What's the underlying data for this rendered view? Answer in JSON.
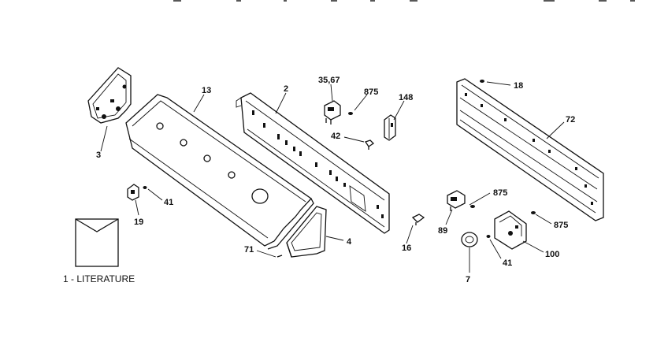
{
  "callouts": {
    "c13": "13",
    "c2": "2",
    "c3567": "35,67",
    "c875a": "875",
    "c148": "148",
    "c18": "18",
    "c72": "72",
    "c3": "3",
    "c42": "42",
    "c19": "19",
    "c41a": "41",
    "c875b": "875",
    "c875c": "875",
    "c89": "89",
    "c16": "16",
    "c71": "71",
    "c4": "4",
    "c41b": "41",
    "c100": "100",
    "c7": "7"
  },
  "literature_label": "1 - LITERATURE"
}
